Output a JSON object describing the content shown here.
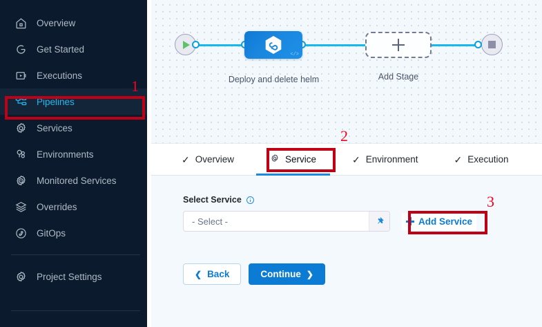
{
  "sidebar": {
    "items": [
      {
        "label": "Overview",
        "icon": "home-icon",
        "active": false
      },
      {
        "label": "Get Started",
        "icon": "circle-arrow-icon",
        "active": false
      },
      {
        "label": "Executions",
        "icon": "play-box-icon",
        "active": false
      },
      {
        "label": "Pipelines",
        "icon": "pipeline-nodes-icon",
        "active": true
      },
      {
        "label": "Services",
        "icon": "gear-icon",
        "active": false
      },
      {
        "label": "Environments",
        "icon": "environments-icon",
        "active": false
      },
      {
        "label": "Monitored Services",
        "icon": "gear-dot-icon",
        "active": false
      },
      {
        "label": "Overrides",
        "icon": "layers-icon",
        "active": false
      },
      {
        "label": "GitOps",
        "icon": "gitops-icon",
        "active": false
      }
    ],
    "settings": {
      "label": "Project Settings",
      "icon": "gear-icon"
    }
  },
  "canvas": {
    "start_node": {
      "icon": "play-icon",
      "name": "pipeline-start-node"
    },
    "stage": {
      "label": "Deploy and delete helm",
      "icon": "helm-hexagon-icon",
      "code_badge": "</>"
    },
    "add_stage": {
      "label": "Add Stage",
      "icon": "plus-icon"
    },
    "end_node": {
      "icon": "stop-icon",
      "name": "pipeline-end-node"
    }
  },
  "tabs": [
    {
      "label": "Overview",
      "icon": "check-icon",
      "active": false
    },
    {
      "label": "Service",
      "icon": "gear-icon",
      "active": true
    },
    {
      "label": "Environment",
      "icon": "check-icon",
      "active": false
    },
    {
      "label": "Execution",
      "icon": "check-icon",
      "active": false
    }
  ],
  "form": {
    "field_label": "Select Service",
    "info_icon": "info-icon",
    "select_value": "- Select -",
    "select_placeholder": "- Select -",
    "pin_icon": "pin-icon",
    "add_service_label": "Add Service",
    "back_label": "Back",
    "continue_label": "Continue"
  },
  "annotations": [
    {
      "number": "1",
      "target": "sidebar-item-pipelines"
    },
    {
      "number": "2",
      "target": "tab-service"
    },
    {
      "number": "3",
      "target": "add-service-button"
    }
  ],
  "colors": {
    "sidebar_bg": "#0b1b2d",
    "active_nav_text": "#24b8f0",
    "annotation_red": "#c00014",
    "annotation_number": "#f5011f",
    "accent_blue": "#0b7bd4",
    "connector_blue": "#16b9ee",
    "stage_blue": "#1b87df"
  }
}
